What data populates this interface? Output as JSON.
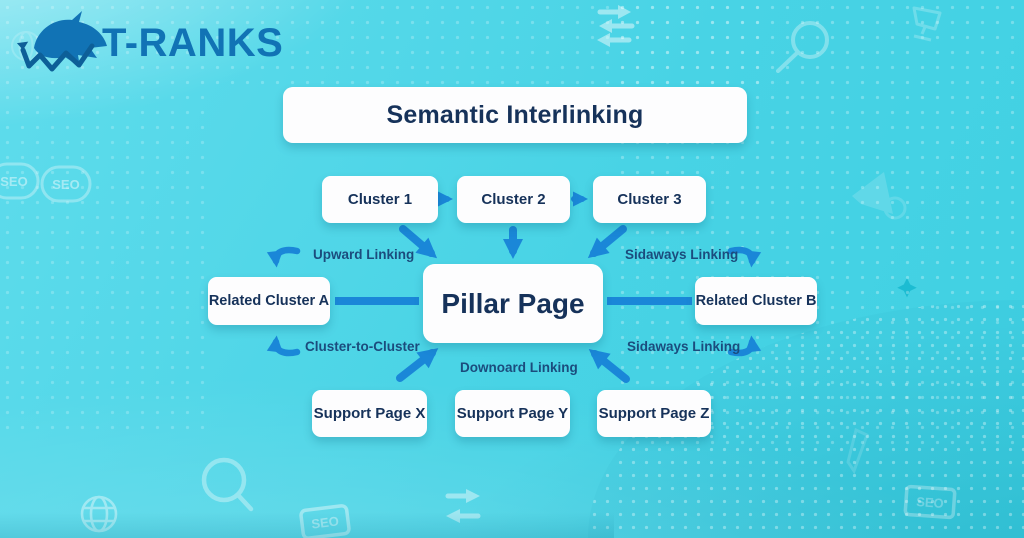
{
  "logo": {
    "brand": "T-RANKS"
  },
  "title": {
    "text": "Semantic Interlinking"
  },
  "nodes": {
    "clusters": [
      {
        "label": "Cluster 1"
      },
      {
        "label": "Cluster 2"
      },
      {
        "label": "Cluster 3"
      }
    ],
    "pillar": {
      "label": "Pillar Page"
    },
    "related_a": {
      "label": "Related Cluster A"
    },
    "related_b": {
      "label": "Related Cluster B"
    },
    "supports": [
      {
        "label": "Support Page X"
      },
      {
        "label": "Support Page Y"
      },
      {
        "label": "Support Page Z"
      }
    ]
  },
  "edge_labels": {
    "upward": "Upward Linking",
    "sideways_top": "Sidaways Linking",
    "cluster_to_cluster": "Cluster-to-Cluster",
    "sideways_bottom": "Sidaways Linking",
    "downward": "Downoard Linking"
  },
  "decor": {
    "seo_badge": "SEO"
  },
  "colors": {
    "background": "#49d3e4",
    "box_bg": "#fdfdfe",
    "box_text": "#16325a",
    "label_text": "#1b4c7d",
    "arrow": "#1a87d8",
    "logo_blue": "#1173b5",
    "logo_dark": "#0d5f98"
  }
}
